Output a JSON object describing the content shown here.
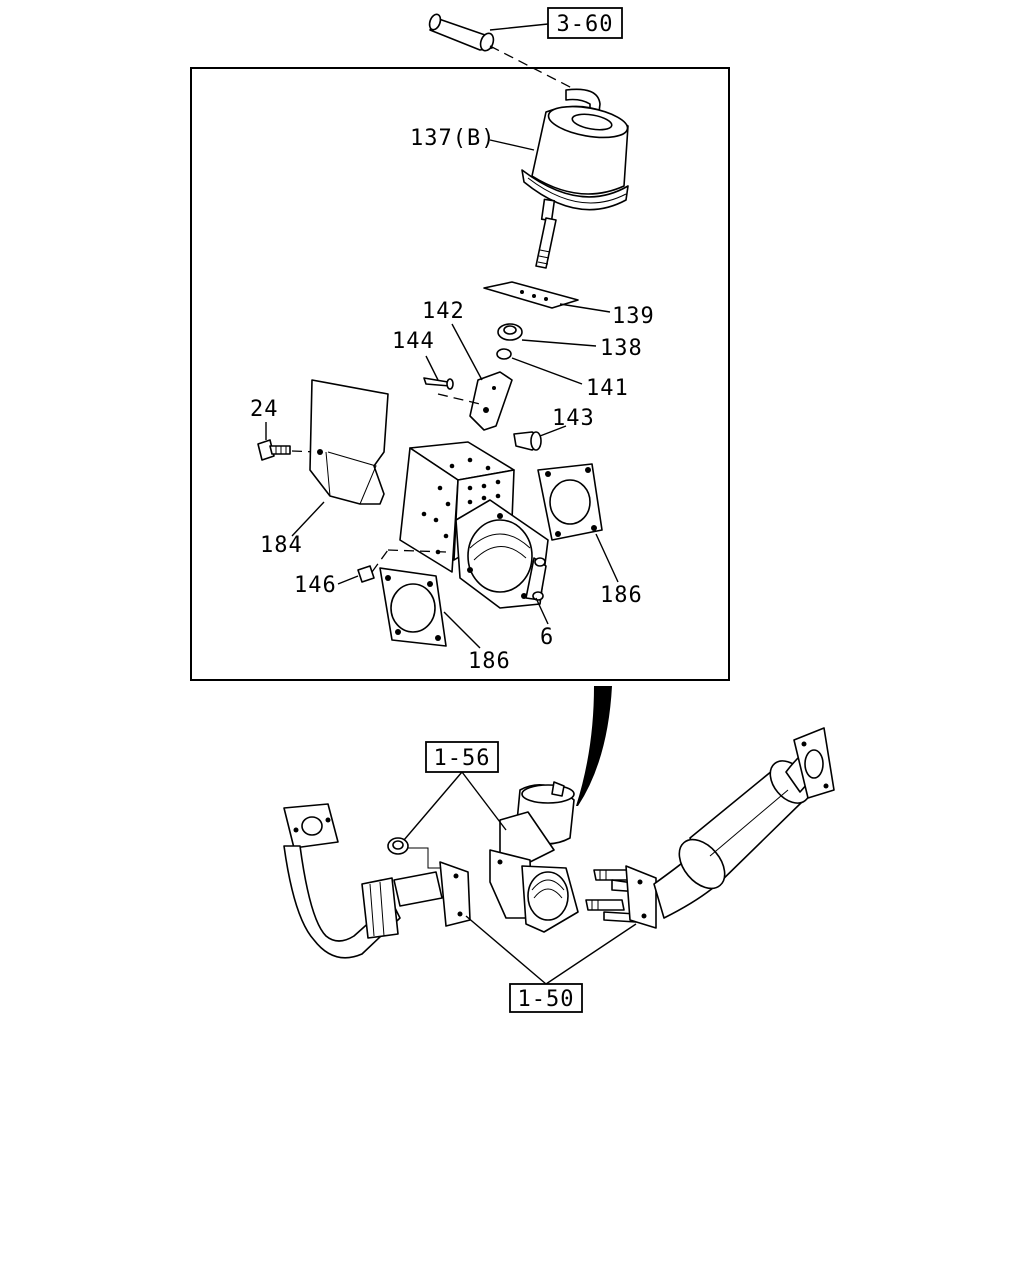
{
  "references": {
    "hose": "3-60",
    "exhaust_brake": "1-56",
    "exhaust_pipe": "1-50"
  },
  "callouts": {
    "p137": "137(B)",
    "p139": "139",
    "p138": "138",
    "p141": "141",
    "p142": "142",
    "p144": "144",
    "p143": "143",
    "p24": "24",
    "p184": "184",
    "p146": "146",
    "p186a": "186",
    "p6": "6",
    "p186b": "186"
  }
}
